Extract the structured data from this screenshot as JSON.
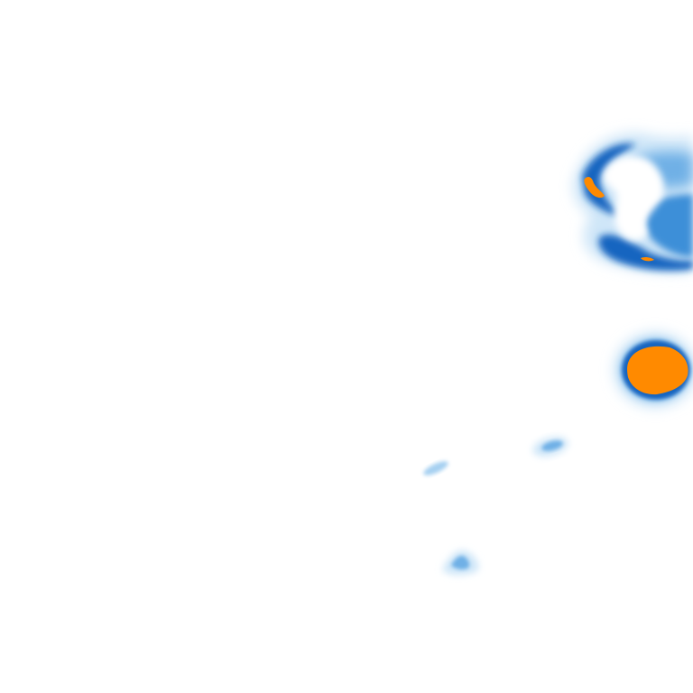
{
  "map": {
    "kind": "weather-radar-tile",
    "background_color": "#ffffff",
    "palette": {
      "very_light": "#cfe6f8",
      "light": "#a6d0f1",
      "medium": "#6fb0e6",
      "strong": "#3d8fd8",
      "heavy": "#1565c0",
      "extreme": "#ff8a00"
    },
    "precipitation_cells": [
      {
        "name": "northeast-cluster",
        "peak_intensity": "extreme"
      },
      {
        "name": "east-storm-cell",
        "peak_intensity": "extreme"
      },
      {
        "name": "small-cell-center",
        "peak_intensity": "medium"
      },
      {
        "name": "small-cell-southwest",
        "peak_intensity": "light"
      },
      {
        "name": "small-cell-south",
        "peak_intensity": "medium"
      }
    ]
  }
}
